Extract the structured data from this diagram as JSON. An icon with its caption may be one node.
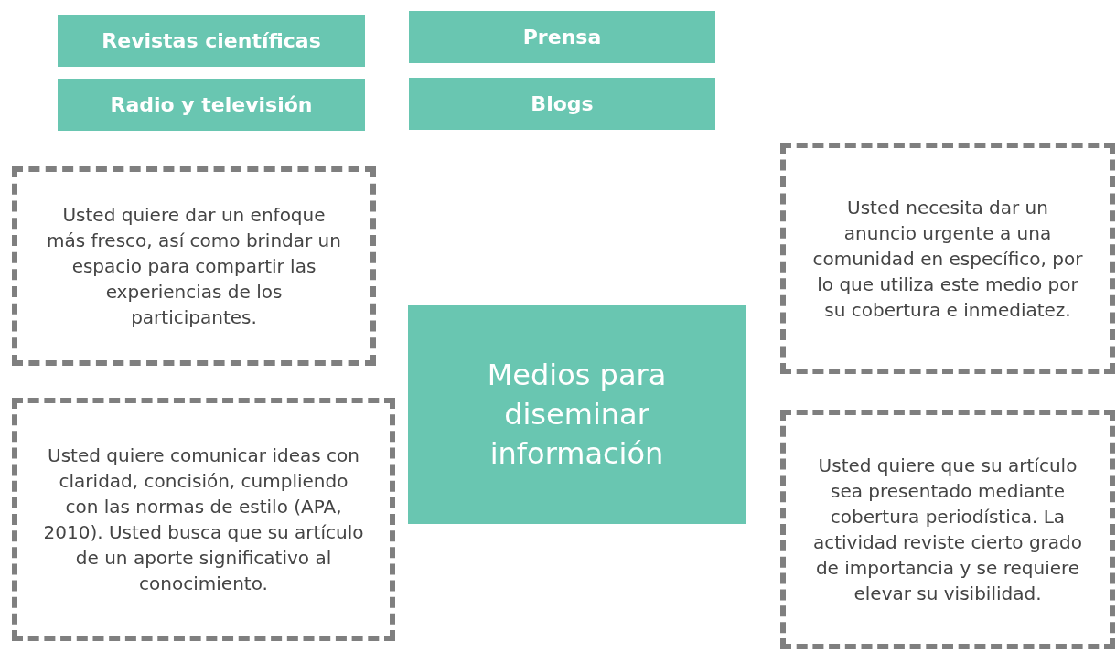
{
  "diagram": {
    "nodes": [
      {
        "text": [
          "Revistas científicas"
        ]
      },
      {
        "text": [
          "Prensa"
        ]
      },
      {
        "text": [
          "Radio y televisión"
        ]
      },
      {
        "text": [
          "Blogs"
        ]
      },
      {
        "text": [
          "Usted quiere dar un enfoque más fresco, así como brindar un espacio para compartir las experiencias de los participantes."
        ]
      },
      {
        "text": [
          "Usted necesita dar un anuncio urgente a una comunidad en específico, por lo que utiliza este medio por su cobertura e inmediatez."
        ]
      },
      {
        "text": [
          "Medios para diseminar información"
        ]
      },
      {
        "text": [
          "Usted quiere comunicar ideas con claridad, concisión, cumpliendo con las normas de estilo (APA, 2010). Usted busca que su artículo de un aporte significativo al conocimiento."
        ]
      },
      {
        "text": [
          "Usted quiere que su artículo sea presentado mediante cobertura periodística. La actividad reviste cierto grado de importancia y se requiere elevar su visibilidad."
        ]
      }
    ]
  }
}
